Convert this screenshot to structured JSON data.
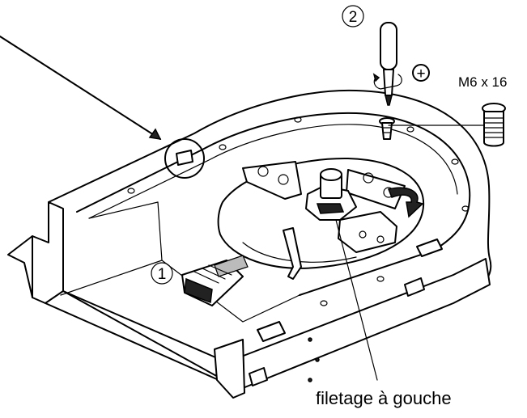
{
  "callouts": {
    "step1": "1",
    "step2": "2",
    "plus": "+"
  },
  "labels": {
    "screw_size": "M6 x 16",
    "thread_note": "filetage à gouche"
  }
}
